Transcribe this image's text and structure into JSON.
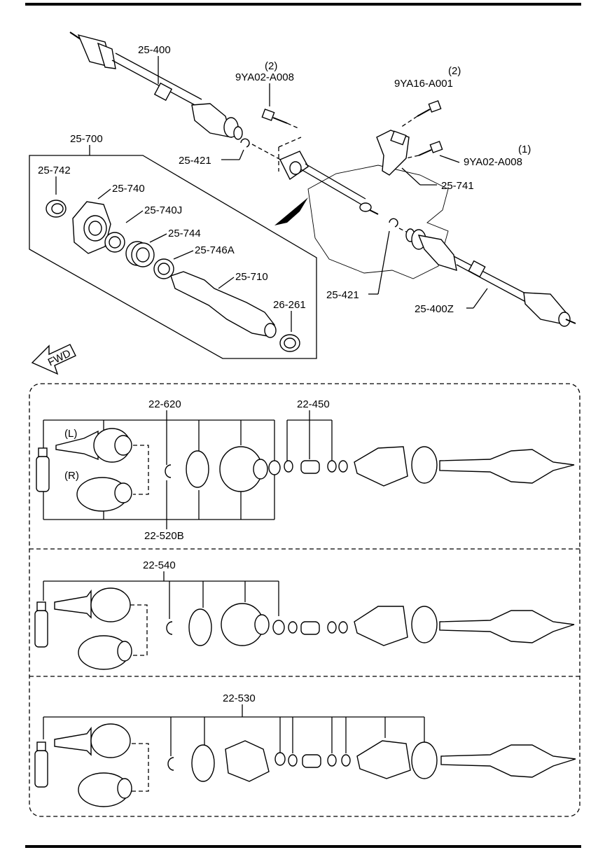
{
  "colors": {
    "ink": "#000000",
    "paper": "#ffffff"
  },
  "upper": {
    "left_shaft": "25-400",
    "right_shaft": "25-400Z",
    "clip_upper": "25-421",
    "clip_lower": "25-421",
    "bolt_a_code": "9YA02-A008",
    "bolt_a_qty": "(2)",
    "bolt_b_code": "9YA16-A001",
    "bolt_b_qty": "(2)",
    "bolt_c_code": "9YA02-A008",
    "bolt_c_qty": "(1)",
    "bracket": "25-741",
    "assembly": "25-700",
    "oil_seal": "25-742",
    "bearing_housing": "25-740",
    "snap_ring": "25-740J",
    "bearing": "25-744",
    "dust_seal": "25-746A",
    "joint_shaft": "25-710",
    "shaft_seal": "26-261",
    "fwd": "FWD"
  },
  "kits": [
    {
      "top_label": "22-620",
      "top_label_2": "22-450",
      "bottom_label": "22-520B",
      "left_tag": "(L)",
      "right_tag": "(R)"
    },
    {
      "top_label": "22-540"
    },
    {
      "top_label": "22-530"
    }
  ]
}
